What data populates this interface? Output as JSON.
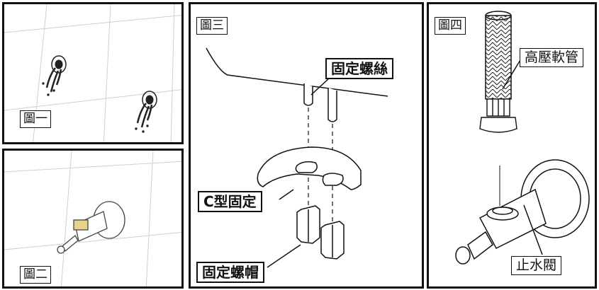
{
  "panels": {
    "p1": {
      "label": "圖一"
    },
    "p2": {
      "label": "圖二"
    },
    "p3": {
      "label": "圖三",
      "callouts": {
        "fixing_screw": "固定螺絲",
        "c_clamp": "C型固定",
        "fixing_nut": "固定螺帽"
      }
    },
    "p4": {
      "label": "圖四",
      "callouts": {
        "hose": "高壓軟管",
        "stop_valve": "止水閥"
      }
    }
  }
}
